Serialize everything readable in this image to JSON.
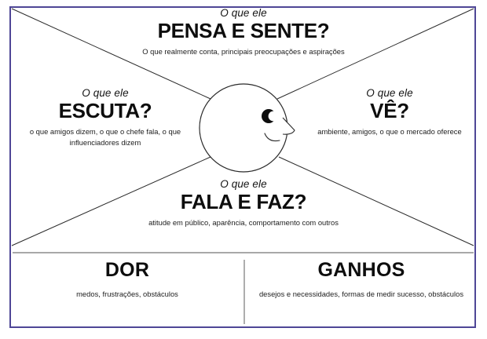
{
  "frame": {
    "border_color": "#4e4696",
    "line_color": "#222222",
    "divider_color": "#8c8c8c",
    "background": "#ffffff"
  },
  "persona": {
    "icon": "face-profile-icon",
    "eye": "eye-icon",
    "nose": "nose-icon",
    "mouth": "smile-icon"
  },
  "quadrants": [
    {
      "id": "pensa-e-sente",
      "kicker": "O que ele",
      "headline": "PENSA E SENTE?",
      "description": "O que realmente conta, principais preocupações e aspirações"
    },
    {
      "id": "escuta",
      "kicker": "O que ele",
      "headline": "ESCUTA?",
      "description": "o que amigos dizem, o que o chefe fala, o que influenciadores dizem"
    },
    {
      "id": "ve",
      "kicker": "O que ele",
      "headline": "VÊ?",
      "description": "ambiente, amigos, o que o mercado oferece"
    },
    {
      "id": "fala-e-faz",
      "kicker": "O que ele",
      "headline": "FALA E FAZ?",
      "description": "atitude em público, aparência, comportamento com outros"
    }
  ],
  "bands": [
    {
      "id": "dor",
      "headline": "DOR",
      "description": "medos, frustrações, obstáculos"
    },
    {
      "id": "ganhos",
      "headline": "GANHOS",
      "description": "desejos e necessidades, formas de medir sucesso, obstáculos"
    }
  ]
}
